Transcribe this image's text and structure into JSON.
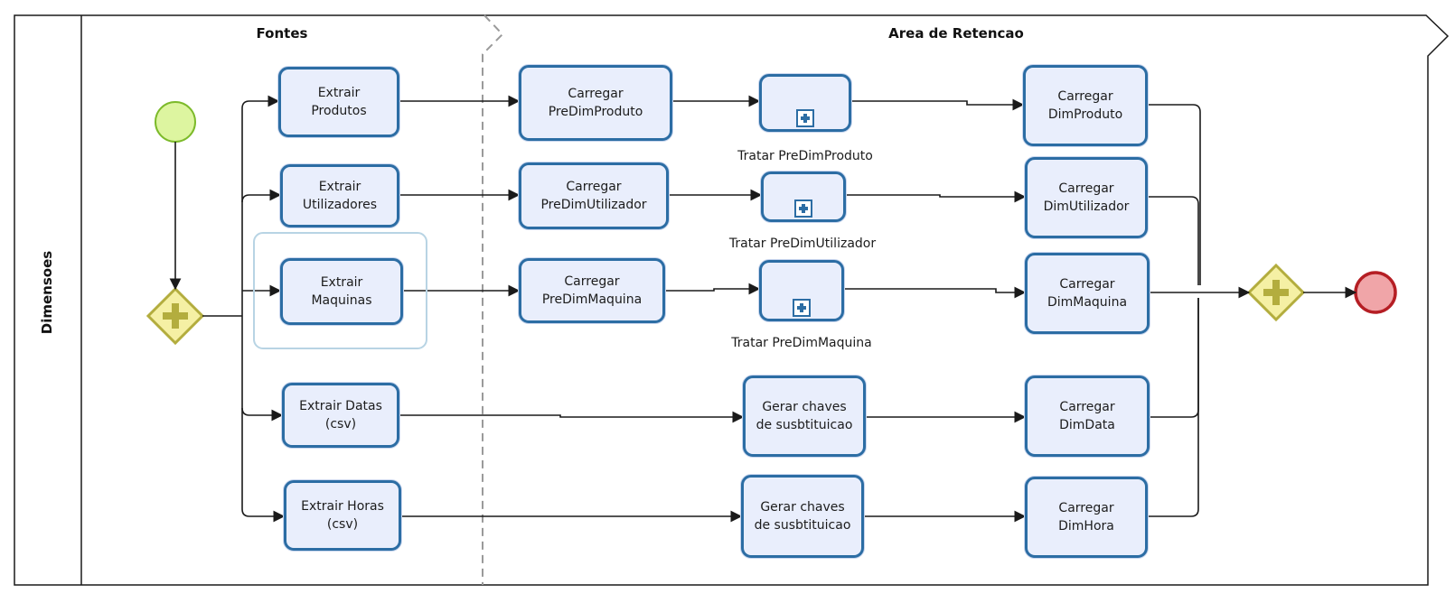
{
  "pool": {
    "title": "Dimensoes"
  },
  "lanes": [
    {
      "id": "fontes",
      "title": "Fontes"
    },
    {
      "id": "retencao",
      "title": "Area de Retencao"
    }
  ],
  "tasks": [
    {
      "id": "extrair-produtos",
      "label": "Extrair\nProdutos"
    },
    {
      "id": "extrair-utilizadores",
      "label": "Extrair\nUtilizadores"
    },
    {
      "id": "extrair-maquinas",
      "label": "Extrair\nMaquinas"
    },
    {
      "id": "extrair-datas",
      "label": "Extrair Datas\n(csv)"
    },
    {
      "id": "extrair-horas",
      "label": "Extrair Horas\n(csv)"
    },
    {
      "id": "carregar-predimproduto",
      "label": "Carregar\nPreDimProduto"
    },
    {
      "id": "carregar-predimutilizador",
      "label": "Carregar\nPreDimUtilizador"
    },
    {
      "id": "carregar-predimmaquina",
      "label": "Carregar\nPreDimMaquina"
    },
    {
      "id": "gerar-chaves-1",
      "label": "Gerar chaves\nde susbtituicao"
    },
    {
      "id": "gerar-chaves-2",
      "label": "Gerar chaves\nde susbtituicao"
    },
    {
      "id": "carregar-dimproduto",
      "label": "Carregar\nDimProduto"
    },
    {
      "id": "carregar-dimutilizador",
      "label": "Carregar\nDimUtilizador"
    },
    {
      "id": "carregar-dimmaquina",
      "label": "Carregar\nDimMaquina"
    },
    {
      "id": "carregar-dimdata",
      "label": "Carregar\nDimData"
    },
    {
      "id": "carregar-dimhora",
      "label": "Carregar\nDimHora"
    }
  ],
  "subprocesses": [
    {
      "id": "tratar-predimproduto",
      "label": "Tratar PreDimProduto"
    },
    {
      "id": "tratar-predimutilizador",
      "label": "Tratar PreDimUtilizador"
    },
    {
      "id": "tratar-predimmaquina",
      "label": "Tratar PreDimMaquina"
    }
  ],
  "events": {
    "start": {
      "fill": "#ddf5a0",
      "stroke": "#7cba2a"
    },
    "end": {
      "fill": "#f0a5a8",
      "stroke": "#b51e24"
    }
  },
  "gateways": {
    "fill": "#f5f0a4",
    "stroke": "#b3ad3e",
    "plus": "#b3ad3e"
  },
  "colors": {
    "task_fill": "#e9eefc",
    "task_stroke": "#2c6da4",
    "flow": "#1a1a1a",
    "lane_divider": "#9a9a9a"
  }
}
